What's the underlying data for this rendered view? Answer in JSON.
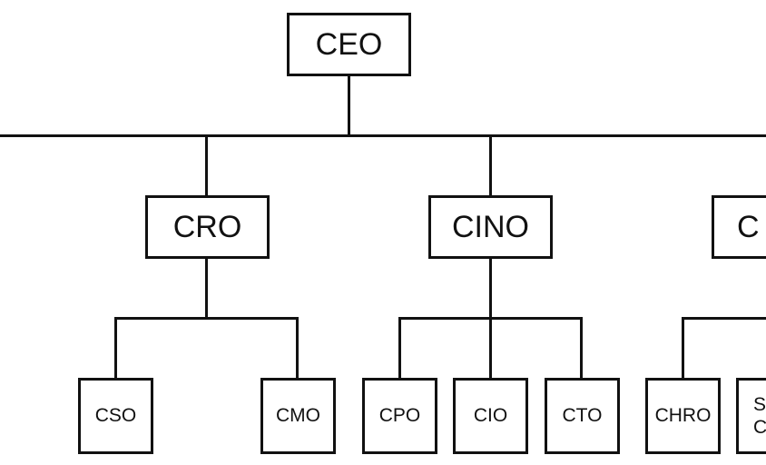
{
  "org_chart": {
    "ceo": "CEO",
    "cro": "CRO",
    "cino": "CINO",
    "third_exec_partial": "C",
    "cso": "CSO",
    "cmo": "CMO",
    "cpo": "CPO",
    "cio": "CIO",
    "cto": "CTO",
    "chro": "CHRO",
    "last_box_partial": "ST\nC"
  },
  "colors": {
    "line": "#111111",
    "box_fill": "#ffffff"
  }
}
